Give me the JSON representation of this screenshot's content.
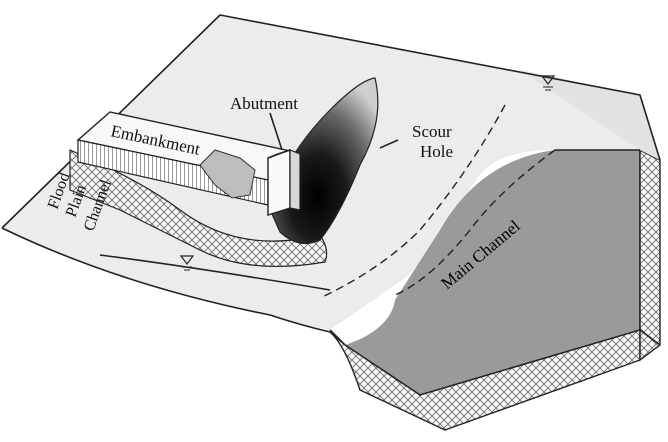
{
  "labels": {
    "abutment": "Abutment",
    "embankment": "Embankment",
    "scour_line1": "Scour",
    "scour_line2": "Hole",
    "flood_line1": "Flood",
    "flood_line2": "Plain",
    "flood_line3": "Channel",
    "main_channel": "Main Channel"
  },
  "symbols": {
    "water_surface": "water-level-marker"
  }
}
